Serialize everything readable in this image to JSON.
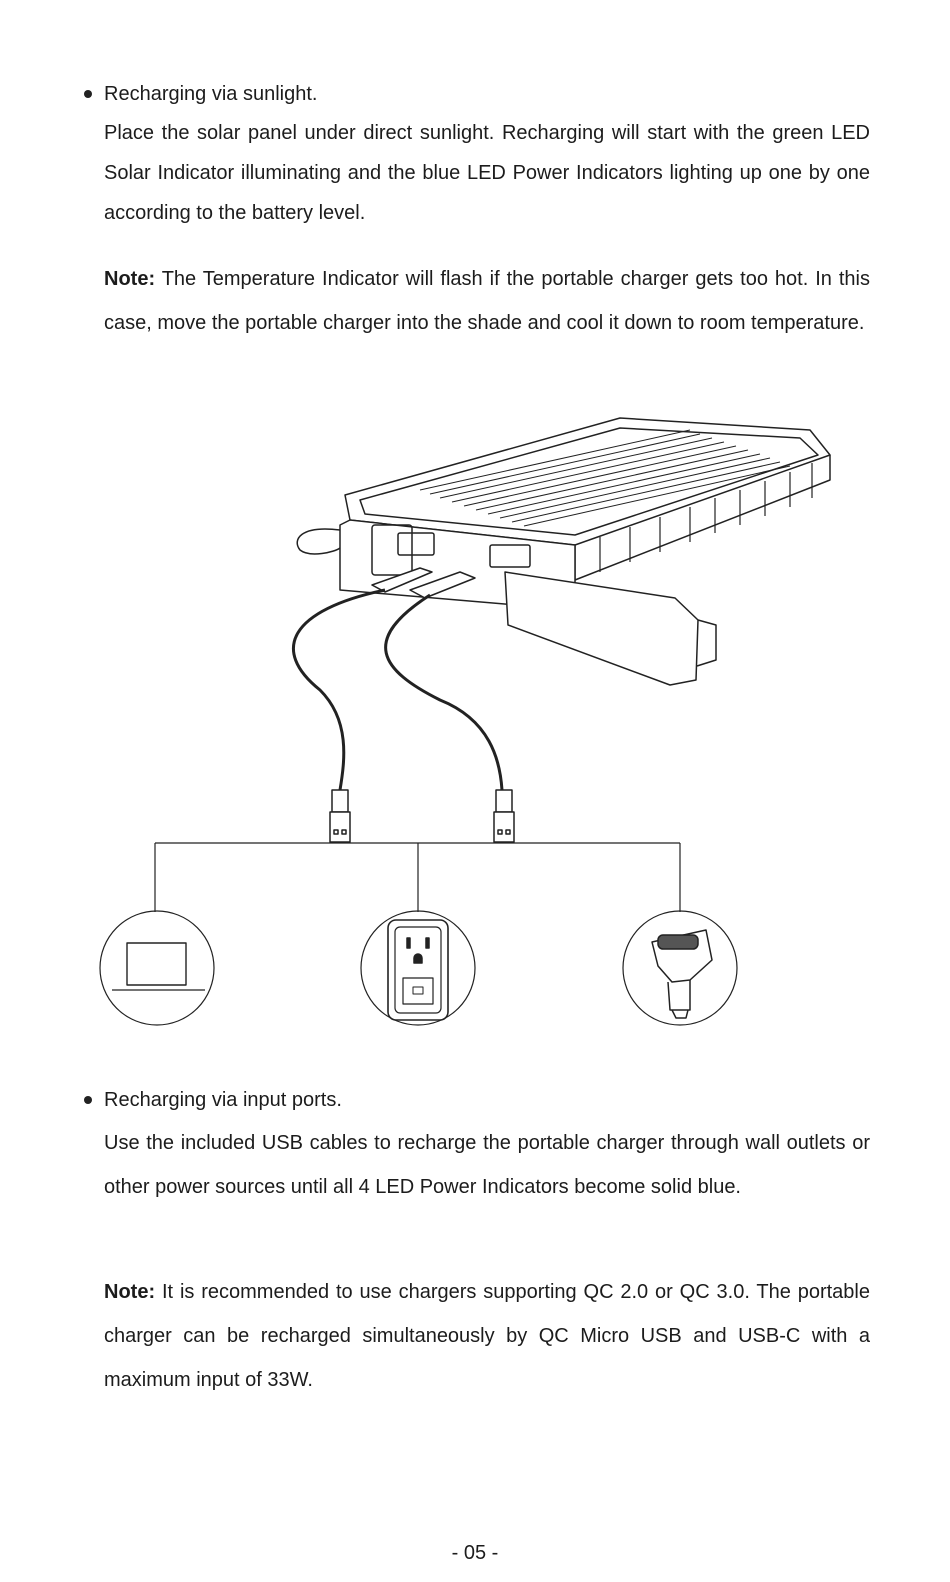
{
  "section_sunlight": {
    "heading": "Recharging via sunlight.",
    "body": "Place the solar panel under direct sunlight. Recharging will start with the green LED Solar Indicator illuminating and the blue LED Power Indicators lighting up one by one according to the battery level.",
    "note_label": "Note:",
    "note_text": " The Temperature Indicator will flash if the portable charger gets too hot. In this case, move the portable charger into the shade and cool it down to room temperature."
  },
  "illustration": {
    "icons": [
      "power-bank-icon",
      "laptop-icon",
      "wall-outlet-icon",
      "car-charger-icon"
    ]
  },
  "section_ports": {
    "heading": "Recharging via input ports.",
    "body": "Use the included USB cables to recharge the portable charger through wall outlets or other power sources until all 4 LED Power Indicators become solid blue.",
    "note_label": "Note:",
    "note_text": " It is recommended to use chargers supporting QC 2.0 or QC 3.0. The portable charger can be recharged simultaneously by QC Micro USB and USB-C with a maximum input of 33W."
  },
  "footer": {
    "page_number": "- 05 -"
  }
}
